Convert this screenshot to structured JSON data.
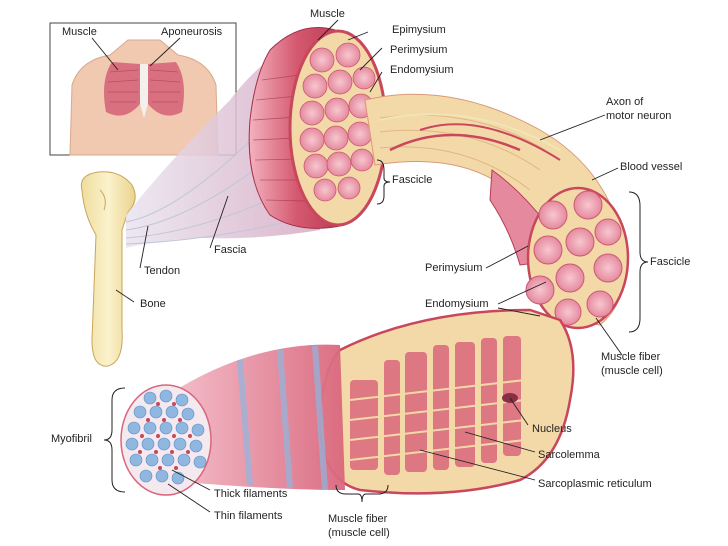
{
  "labels": {
    "inset_muscle": "Muscle",
    "inset_aponeurosis": "Aponeurosis",
    "muscle": "Muscle",
    "epimysium": "Epimysium",
    "perimysium_top": "Perimysium",
    "endomysium_top": "Endomysium",
    "axon_line1": "Axon of",
    "axon_line2": "motor neuron",
    "blood_vessel": "Blood vessel",
    "fascicle_center": "Fascicle",
    "fascicle_right": "Fascicle",
    "fascia": "Fascia",
    "tendon": "Tendon",
    "bone": "Bone",
    "perimysium_mid": "Perimysium",
    "endomysium_mid": "Endomysium",
    "muscle_fiber_right_line1": "Muscle fiber",
    "muscle_fiber_right_line2": "(muscle cell)",
    "myofibril": "Myofibril",
    "nucleus": "Nucleus",
    "sarcolemma": "Sarcolemma",
    "sarcoplasmic_reticulum": "Sarcoplasmic reticulum",
    "thick_filaments": "Thick filaments",
    "thin_filaments": "Thin filaments",
    "muscle_fiber_bottom_line1": "Muscle fiber",
    "muscle_fiber_bottom_line2": "(muscle cell)"
  },
  "colors": {
    "muscle_red": "#c8475d",
    "muscle_pink": "#e8899a",
    "fascicle_pink": "#f2b3bf",
    "tissue_tan": "#f4d9a8",
    "bone_cream": "#f6e9b8",
    "fascia_lilac": "#d9c4dc",
    "myofibril_blue": "#8fb7e0",
    "skin": "#f0c9b0",
    "leader_line": "#231f20"
  }
}
